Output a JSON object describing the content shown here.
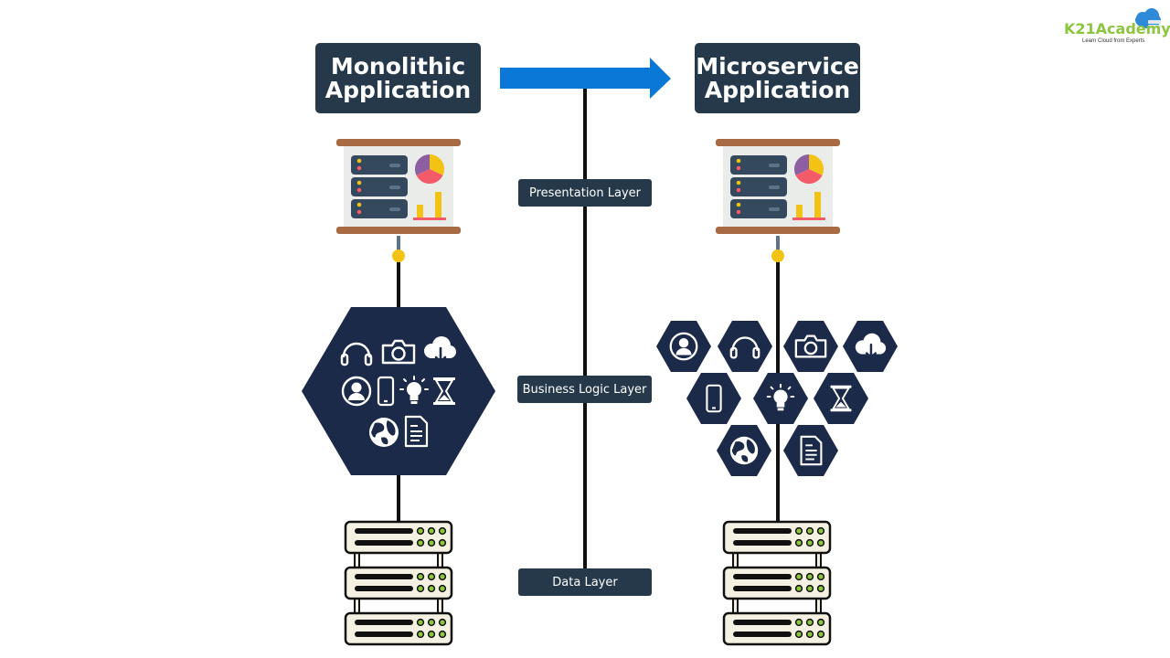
{
  "logo": {
    "name": "K21Academy",
    "tagline": "Learn Cloud from Experts"
  },
  "titles": {
    "left": "Monolithic\nApplication",
    "right": "Microservice\nApplication"
  },
  "layers": {
    "presentation": "Presentation Layer",
    "business": "Business Logic Layer",
    "data": "Data Layer"
  },
  "colors": {
    "dark_navy": "#1c2a4a",
    "title_bg": "#26394b",
    "arrow": "#0a78d7",
    "board_frame": "#a76a43",
    "connector_dot": "#f2c314",
    "server_fill": "#f4f1e2",
    "led_green": "#8cc63f"
  },
  "icons": {
    "monolith": [
      "headphones-icon",
      "camera-icon",
      "cloud-download-icon",
      "user-icon",
      "phone-icon",
      "lightbulb-icon",
      "hourglass-icon",
      "globe-icon",
      "document-icon"
    ],
    "microservices": [
      "user-icon",
      "headphones-icon",
      "camera-icon",
      "cloud-download-icon",
      "phone-icon",
      "lightbulb-icon",
      "hourglass-icon",
      "globe-icon",
      "document-icon"
    ]
  }
}
